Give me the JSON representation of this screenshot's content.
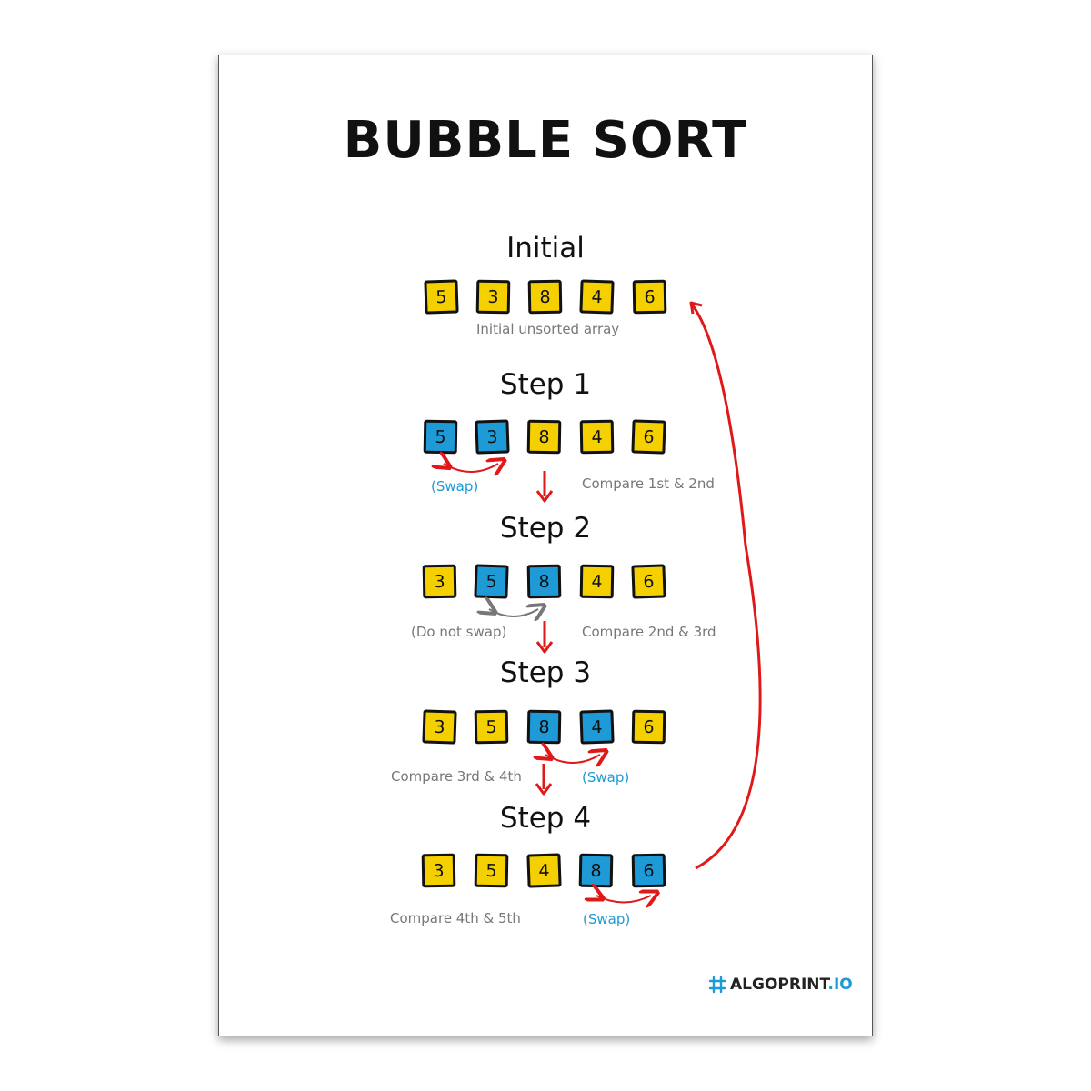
{
  "title": "BUBBLE SORT",
  "colors": {
    "normal": "#f5d000",
    "highlight": "#1e9ad6",
    "arrow": "#e01818",
    "swap": "#1e9ad6",
    "noswap": "#777777"
  },
  "steps": [
    {
      "label": "Initial",
      "values": [
        "5",
        "3",
        "8",
        "4",
        "6"
      ],
      "highlight": [],
      "note": "Initial unsorted array"
    },
    {
      "label": "Step 1",
      "values": [
        "5",
        "3",
        "8",
        "4",
        "6"
      ],
      "highlight": [
        0,
        1
      ],
      "note": "Compare 1st & 2nd",
      "swap_label": "(Swap)"
    },
    {
      "label": "Step 2",
      "values": [
        "3",
        "5",
        "8",
        "4",
        "6"
      ],
      "highlight": [
        1,
        2
      ],
      "note": "Compare 2nd & 3rd",
      "swap_label": "(Do not swap)"
    },
    {
      "label": "Step 3",
      "values": [
        "3",
        "5",
        "8",
        "4",
        "6"
      ],
      "highlight": [
        2,
        3
      ],
      "note": "Compare 3rd & 4th",
      "swap_label": "(Swap)"
    },
    {
      "label": "Step 4",
      "values": [
        "3",
        "5",
        "4",
        "8",
        "6"
      ],
      "highlight": [
        3,
        4
      ],
      "note": "Compare 4th & 5th",
      "swap_label": "(Swap)"
    }
  ],
  "logo": {
    "icon": "hash-grid-icon",
    "brand": "ALGOPRINT",
    "suffix": ".IO"
  }
}
